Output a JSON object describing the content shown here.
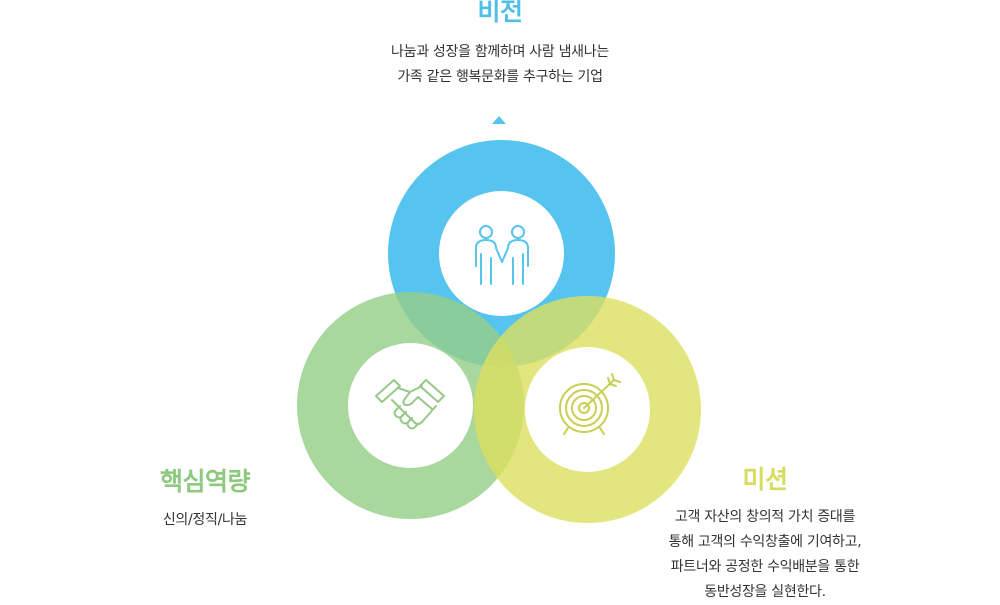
{
  "vision": {
    "title": "비전",
    "lines": [
      "나눔과 성장을 함께하며 사람 냄새나는",
      "가족 같은 행복문화를 추구하는 기업"
    ],
    "color": "#56c4ee",
    "icon": "people-holding-hands-icon"
  },
  "core": {
    "title": "핵심역량",
    "lines": [
      "신의/정직/나눔"
    ],
    "color": "#96d08a",
    "icon": "handshake-icon"
  },
  "mission": {
    "title": "미션",
    "lines": [
      "고객 자산의 창의적 가치 증대를",
      "통해 고객의 수익창출에 기여하고,",
      "파트너와 공정한 수익배분을 통한",
      "동반성장을 실현한다."
    ],
    "color": "#dce05f",
    "icon": "target-arrow-icon"
  }
}
